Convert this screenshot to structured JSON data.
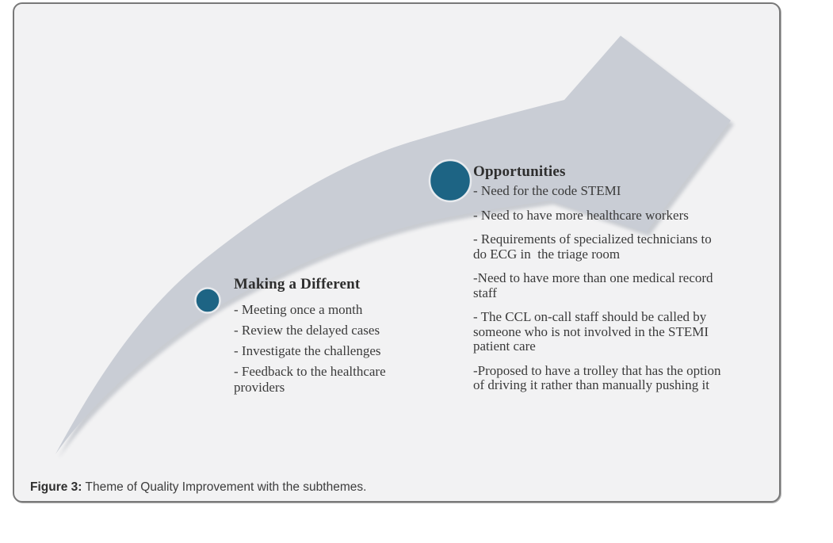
{
  "figure": {
    "caption_label": "Figure 3:",
    "caption_text": " Theme of Quality Improvement with the subthemes."
  },
  "diagram": {
    "arrow_color": "#c9cdd5",
    "dot_color": "#1d6484",
    "panel_background": "#f2f2f3",
    "milestones": [
      {
        "title": "Making a Different",
        "items": [
          "- Meeting once a month",
          "- Review the delayed cases",
          "- Investigate the challenges",
          "- Feedback to the healthcare providers"
        ]
      },
      {
        "title": "Opportunities",
        "items": [
          "- Need for the code STEMI",
          "- Need to have more healthcare workers",
          "- Requirements of specialized technicians to do ECG in  the triage room",
          "-Need to have more than one medical record staff",
          "- The CCL on-call staff should be called by someone who is not involved in the STEMI patient care",
          "-Proposed to have a trolley that has the option of driving it rather than manually pushing it"
        ]
      }
    ]
  }
}
